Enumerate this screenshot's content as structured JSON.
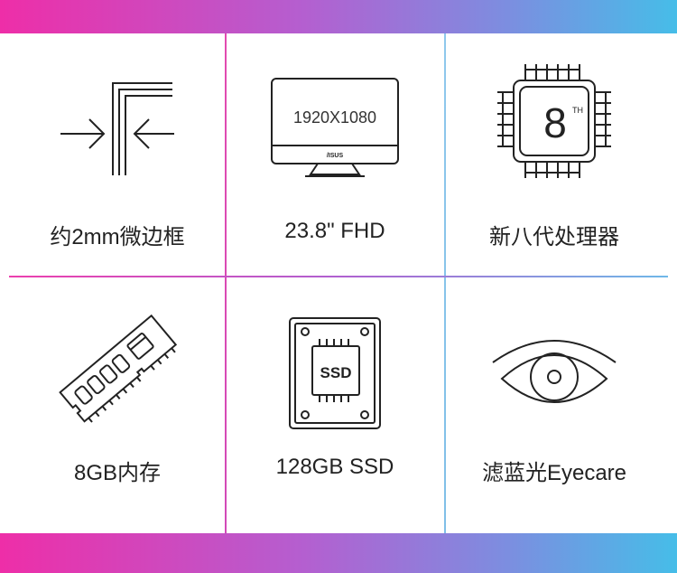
{
  "features": [
    {
      "label": "约2mm微边框",
      "icon": "narrow-bezel-icon"
    },
    {
      "label": "23.8\" FHD",
      "icon": "monitor-icon",
      "screen_text": "1920X1080",
      "brand_text": "/ISUS"
    },
    {
      "label": "新八代处理器",
      "icon": "cpu-chip-icon",
      "chip_text": "8",
      "chip_sup": "TH"
    },
    {
      "label": "8GB内存",
      "icon": "ram-module-icon"
    },
    {
      "label": "128GB SSD",
      "icon": "ssd-icon",
      "chip_text": "SSD"
    },
    {
      "label": "滤蓝光Eyecare",
      "icon": "eye-icon"
    }
  ],
  "colors": {
    "gradient_start": "#ee2ea8",
    "gradient_end": "#46bde8",
    "divider_pink": "#e64cb0",
    "divider_blue": "#7fc4e8"
  }
}
